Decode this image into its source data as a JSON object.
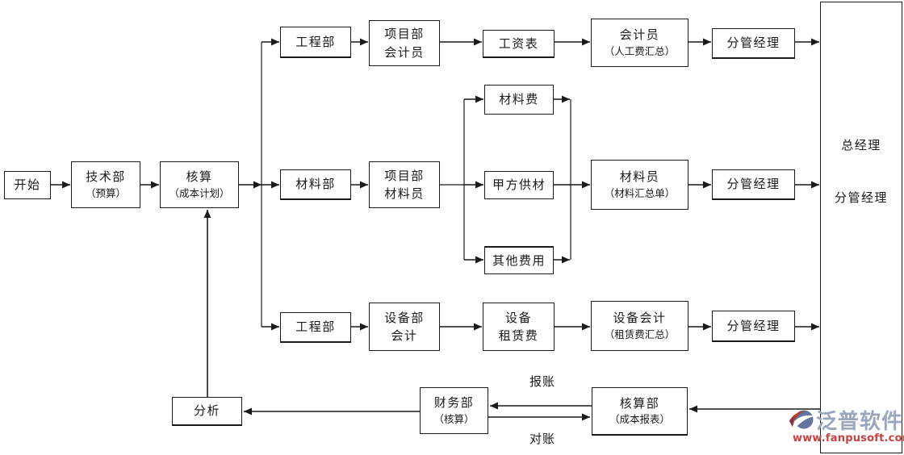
{
  "diagram": {
    "nodes": {
      "start": {
        "label": "开始"
      },
      "tech_dept": {
        "line1": "技术部",
        "line2": "（预算）"
      },
      "costing": {
        "line1": "核算",
        "line2": "（成本计划）"
      },
      "eng_dept_top": {
        "label": "工程部"
      },
      "pm_accountant": {
        "line1": "项目部",
        "line2": "会计员"
      },
      "payroll": {
        "label": "工资表"
      },
      "accountant_summary": {
        "line1": "会计员",
        "line2": "（人工费汇总）"
      },
      "manager_top": {
        "label": "分管经理"
      },
      "material_dept": {
        "label": "材料部"
      },
      "pm_material_clerk": {
        "line1": "项目部",
        "line2": "材料员"
      },
      "material_fee": {
        "label": "材料费"
      },
      "owner_supplied_material": {
        "label": "甲方供材"
      },
      "other_fee": {
        "label": "其他费用"
      },
      "material_clerk_summary": {
        "line1": "材料员",
        "line2": "（材料汇总单）"
      },
      "manager_mid": {
        "label": "分管经理"
      },
      "eng_dept_bottom": {
        "label": "工程部"
      },
      "equip_accountant": {
        "line1": "设备部",
        "line2": "会计"
      },
      "equip_rental_fee": {
        "line1": "设备",
        "line2": "租赁费"
      },
      "equip_acct_summary": {
        "line1": "设备会计",
        "line2": "（租赁费汇总）"
      },
      "manager_bottom": {
        "label": "分管经理"
      },
      "analysis": {
        "label": "分析"
      },
      "finance_dept": {
        "line1": "财务部",
        "line2": "（核算）"
      },
      "acct_dept": {
        "line1": "核算部",
        "line2": "（成本报表）"
      },
      "general_manager": {
        "line1": "总经理",
        "line2": "分管经理"
      }
    },
    "edge_labels": {
      "baozhang": "报账",
      "duizhang": "对账"
    },
    "colors": {
      "line": "#1a1a1a",
      "box_border": "#1a1a1a",
      "background": "#ffffff"
    }
  },
  "watermark": {
    "brand": "泛普软件",
    "url": "www.fanpusoft.com",
    "brand_color": "#9aa6bd",
    "url_color": "#c94040",
    "icon_blue": "#63759d",
    "icon_red": "#b43c2c"
  }
}
